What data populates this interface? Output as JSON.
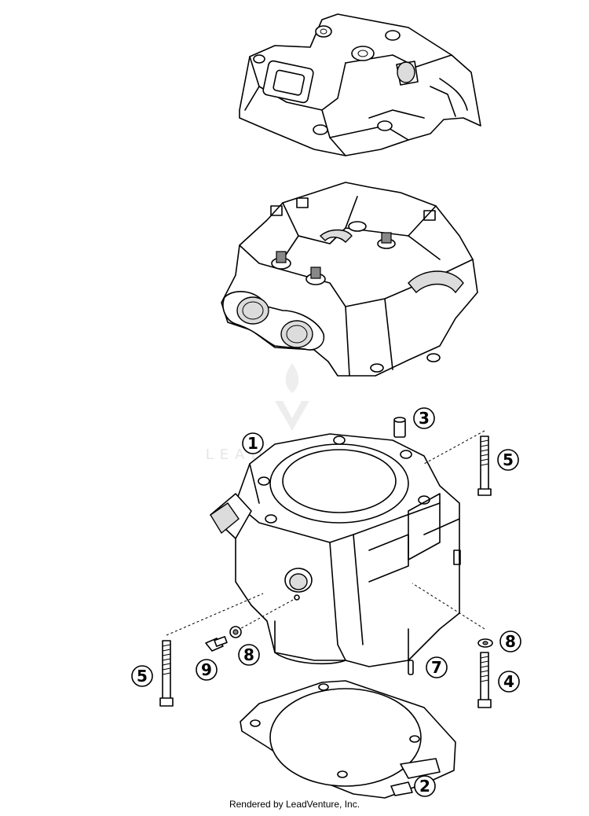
{
  "callouts": [
    {
      "id": "1",
      "label": "1"
    },
    {
      "id": "2",
      "label": "2"
    },
    {
      "id": "3",
      "label": "3"
    },
    {
      "id": "4",
      "label": "4"
    },
    {
      "id": "5a",
      "label": "5"
    },
    {
      "id": "5b",
      "label": "5"
    },
    {
      "id": "7",
      "label": "7"
    },
    {
      "id": "8a",
      "label": "8"
    },
    {
      "id": "8b",
      "label": "8"
    },
    {
      "id": "9",
      "label": "9"
    }
  ],
  "watermark": {
    "brand": "LEADVENTURE"
  },
  "footer": {
    "text": "Rendered by LeadVenture, Inc."
  }
}
